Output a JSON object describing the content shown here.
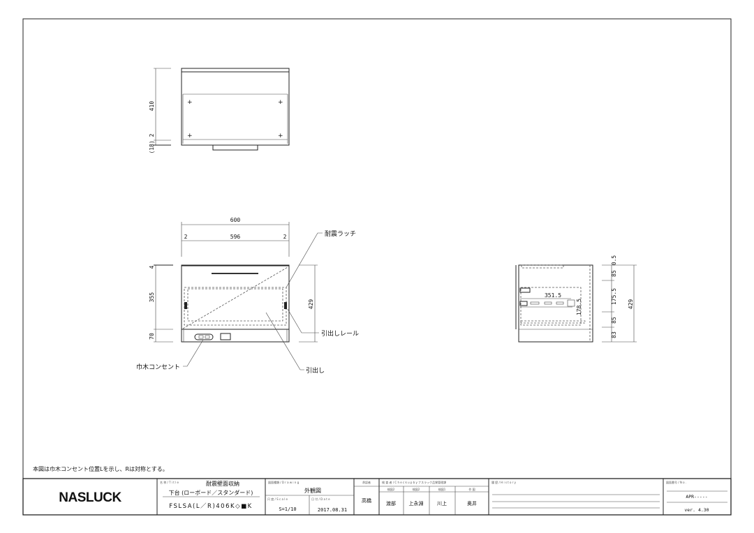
{
  "note": "本図は巾木コンセント位置Lを示し、Rは対称とする。",
  "top_view": {
    "dim_depth": "410",
    "dim_small": "(18) 2"
  },
  "front_view": {
    "dim_total_width": "600",
    "dim_left": "2",
    "dim_inner": "596",
    "dim_right": "2",
    "dim_top": "4",
    "dim_body": "355",
    "dim_plinth": "70",
    "dim_height": "429",
    "callout_latch": "耐震ラッチ",
    "callout_rail": "引出しレール",
    "callout_outlet": "巾木コンセント",
    "callout_drawer": "引出し"
  },
  "side_view": {
    "dim_rail_length": "351.5",
    "dim_drawer_height": "178.5",
    "dims_right": [
      "0.5",
      "85",
      "175.5",
      "85",
      "83"
    ],
    "dim_height": "429"
  },
  "title_block": {
    "logo": "NASLUCK",
    "title_label": "名 称 / T i t l e",
    "title_main": "耐震壁面収納",
    "title_sub": "下台 (ローボード／スタンダード)",
    "model": "FSLSA(L／R)406K◇■K",
    "drawing_label": "図面種類 / D r a w i n g",
    "drawing": "外観図",
    "scale_label": "尺 度 / S c a l e",
    "scale": "S=1/10",
    "date_label": "日 付 / D a t e",
    "date": "2017.08.31",
    "approver_label": "承認者",
    "approver": "高橋",
    "check_label": "検 査 者 / C h e c k  u p  b y  ナスラック品質管理課",
    "checkers": [
      {
        "role": "検図2",
        "name": "渡部"
      },
      {
        "role": "検図2",
        "name": "上永淵"
      },
      {
        "role": "検図1",
        "name": "川上"
      },
      {
        "role": "作 図",
        "name": "奥井"
      }
    ],
    "history_label": "履 歴 / H i s t o r y",
    "number_label": "図面番号 / N o .",
    "number": "APR-----",
    "version": "ver. 4.30"
  }
}
